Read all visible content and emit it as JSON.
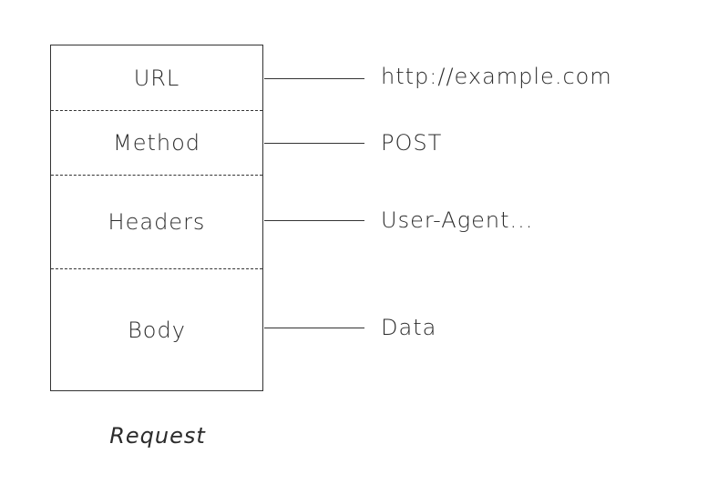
{
  "request": {
    "caption": "Request",
    "sections": [
      {
        "label": "URL",
        "value": "http://example.com"
      },
      {
        "label": "Method",
        "value": "POST"
      },
      {
        "label": "Headers",
        "value": "User-Agent..."
      },
      {
        "label": "Body",
        "value": "Data"
      }
    ]
  },
  "colors": {
    "stroke": "#333333",
    "text": "#2b2b2b",
    "background": "#ffffff"
  }
}
